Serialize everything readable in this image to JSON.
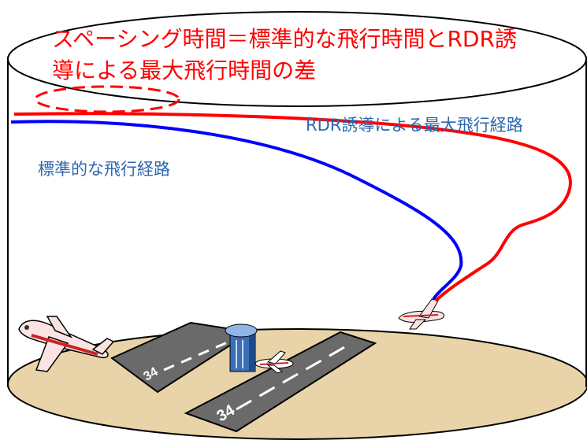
{
  "title": {
    "line1": "スペーシング時間＝標準的な飛行時間とRDR誘",
    "line2": "導による最大飛行時間の差",
    "color": "#ff0000"
  },
  "paths": {
    "rdr_label": "RDR誘導による最大飛行経路",
    "rdr_color": "#ff0000",
    "standard_label": "標準的な飛行経路",
    "standard_color": "#0000ff",
    "label_color": "#2c66b0"
  },
  "ground": {
    "fill": "#e8d4a8",
    "runway_number": "34"
  },
  "icons": [
    "airplane-icon",
    "control-tower-icon",
    "runway-icon"
  ]
}
